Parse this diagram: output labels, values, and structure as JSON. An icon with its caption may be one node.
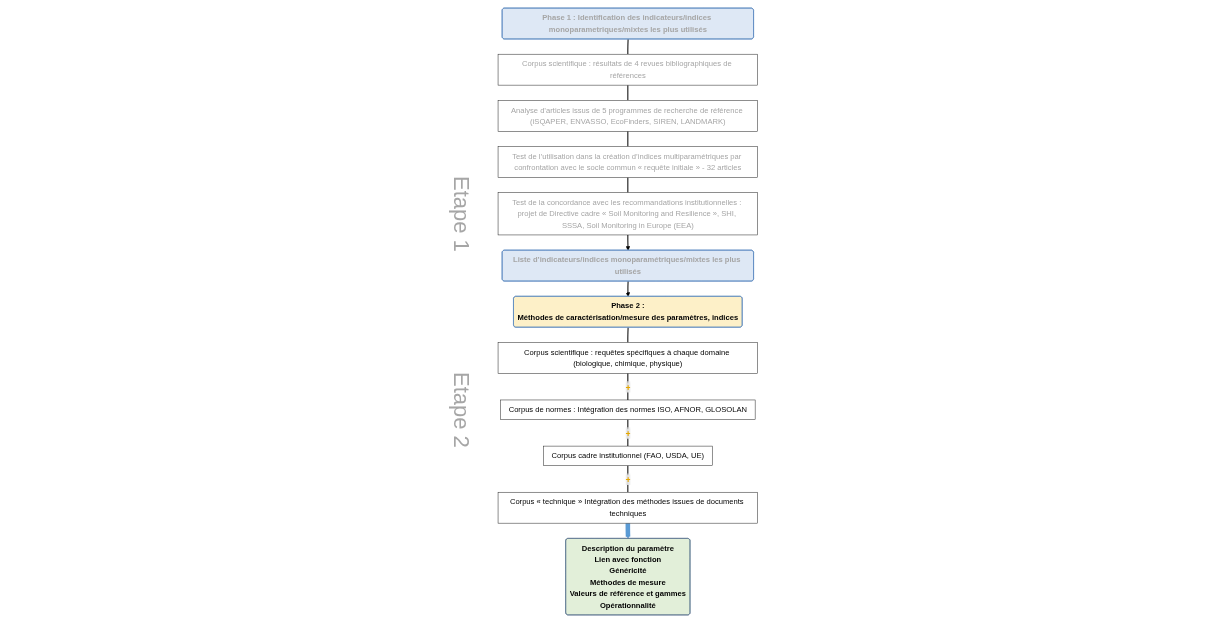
{
  "diagram": {
    "nodes": [
      {
        "text": [
          "Phase 1 : Identification des indicateurs/indices monoparametriques/mixtes les plus utilisés"
        ]
      },
      {
        "text": [
          "Corpus scientifique : résultats de 4 revues bibliographiques de références"
        ]
      },
      {
        "text": [
          "Analyse d’articles issus de 5 programmes de recherche de référence (iSQAPER, ENVASSO, EcoFinders, SIREN, LANDMARK)"
        ]
      },
      {
        "text": [
          "Test de l’utilisation dans la création d’indices multiparamétriques par confrontation avec le socle commun « requête initiale » - 32 articles"
        ]
      },
      {
        "text": [
          "Test de la concordance avec les recommandations institutionnelles : projet de Directive cadre « Soil Monitoring and Resilience », SHI, SSSA, Soil Monitoring in Europe (EEA)"
        ]
      },
      {
        "text": [
          "Liste d’indicateurs/indices monoparamétriques/mixtes les plus utilisés"
        ]
      },
      {
        "text": [
          "Phase 2 :",
          "Méthodes de caractérisation/mesure des paramètres, indices"
        ]
      },
      {
        "text": [
          "Corpus scientifique : requêtes spécifiques à chaque domaine (biologique, chimique, physique)"
        ]
      },
      {
        "text": [
          "Corpus de normes : Intégration des normes ISO, AFNOR, GLOSOLAN"
        ]
      },
      {
        "text": [
          "Corpus cadre institutionnel (FAO, USDA, UE)"
        ]
      },
      {
        "text": [
          "Corpus « technique » Intégration des méthodes issues de documents techniques"
        ]
      },
      {
        "text": [
          "Description du paramètre",
          "Lien avec fonction",
          "Généricité",
          "Méthodes de mesure",
          "Valeurs de référence et gammes",
          "Opérationnalité"
        ]
      }
    ],
    "edges": [
      {
        "from": 0,
        "to": 1,
        "arrow": "none"
      },
      {
        "from": 1,
        "to": 2,
        "arrow": "none"
      },
      {
        "from": 2,
        "to": 3,
        "arrow": "none"
      },
      {
        "from": 3,
        "to": 4,
        "arrow": "none"
      },
      {
        "from": 4,
        "to": 5,
        "arrow": "to"
      },
      {
        "from": 5,
        "to": 6,
        "arrow": "to"
      },
      {
        "from": 6,
        "to": 7,
        "arrow": "none"
      },
      {
        "from": 7,
        "to": 8,
        "arrow": "none",
        "label": "+"
      },
      {
        "from": 8,
        "to": 9,
        "arrow": "none",
        "label": "+"
      },
      {
        "from": 9,
        "to": 10,
        "arrow": "none",
        "label": "+"
      },
      {
        "from": 10,
        "to": 11,
        "arrow": "to",
        "style": "thick",
        "color": "#5b9bd5"
      }
    ],
    "labels": [
      "Etape 1",
      "Etape 2"
    ]
  }
}
